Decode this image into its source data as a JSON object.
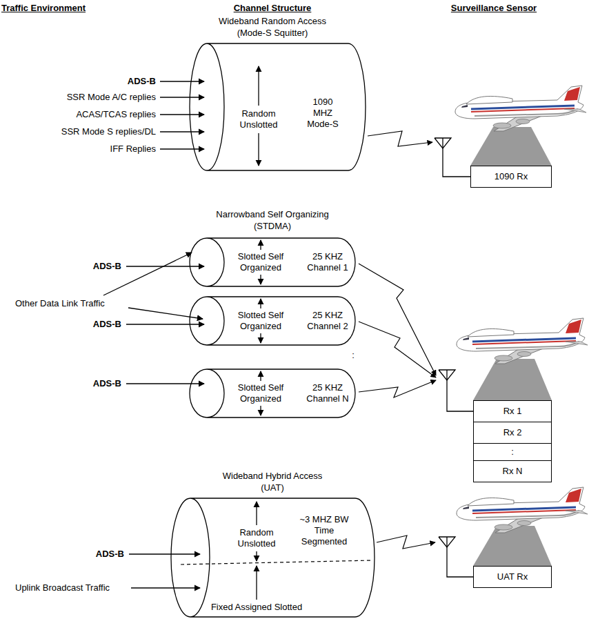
{
  "diagram": {
    "nodes": [
      {
        "text": [
          "Random Unslotted",
          "1090 MHZ Mode-S"
        ]
      },
      {
        "text": [
          "1090 Rx"
        ]
      },
      {
        "text": [
          "Slotted Self Organized",
          "25 KHZ Channel 1"
        ]
      },
      {
        "text": [
          "Slotted Self Organized",
          "25 KHZ Channel 2"
        ]
      },
      {
        "text": [
          "Slotted Self Organized",
          "25 KHZ Channel N"
        ]
      },
      {
        "text": [
          "Rx 1"
        ]
      },
      {
        "text": [
          "Rx 2"
        ]
      },
      {
        "text": [
          ":"
        ]
      },
      {
        "text": [
          "Rx N"
        ]
      },
      {
        "text": [
          "Random Unslotted",
          "~3 MHZ BW Time Segmented",
          "Fixed Assigned Slotted"
        ]
      },
      {
        "text": [
          "UAT Rx"
        ]
      }
    ],
    "labels": [
      "Traffic Environment",
      "Channel Structure",
      "Surveillance Sensor",
      "Wideband Random Access",
      "(Mode-S Squitter)",
      "ADS-B",
      "SSR Mode A/C replies",
      "ACAS/TCAS replies",
      "SSR Mode S replies/DL",
      "IFF Replies",
      "Narrowband Self Organizing",
      "(STDMA)",
      "ADS-B",
      "Other Data Link Traffic",
      "ADS-B",
      ":",
      "ADS-B",
      "Wideband Hybrid Access",
      "(UAT)",
      "ADS-B",
      "Uplink Broadcast Traffic"
    ]
  }
}
